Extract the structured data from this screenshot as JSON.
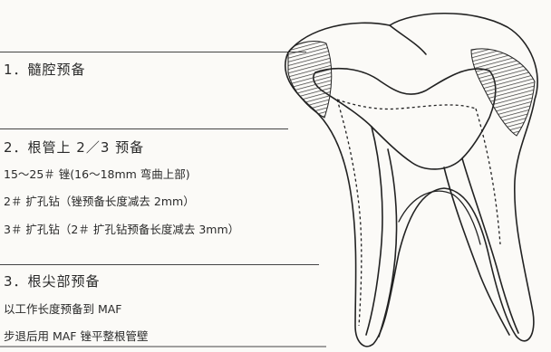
{
  "sections": [
    {
      "heading": "1．髓腔预备",
      "lines": []
    },
    {
      "heading": "2．根管上 2／3 预备",
      "lines": [
        "15～25＃ 锉(16～18mm 弯曲上部)",
        "2＃ 扩孔钻（锉预备长度减去 2mm）",
        "3＃ 扩孔钻（2＃ 扩孔钻预备长度减去 3mm）"
      ]
    },
    {
      "heading": "3．根尖部预备",
      "lines": [
        "以工作长度预备到 MAF",
        "步退后用 MAF 锉平整根管壁"
      ]
    }
  ],
  "colors": {
    "ink": "#2a2a2a",
    "paper": "#fbfaf7"
  }
}
